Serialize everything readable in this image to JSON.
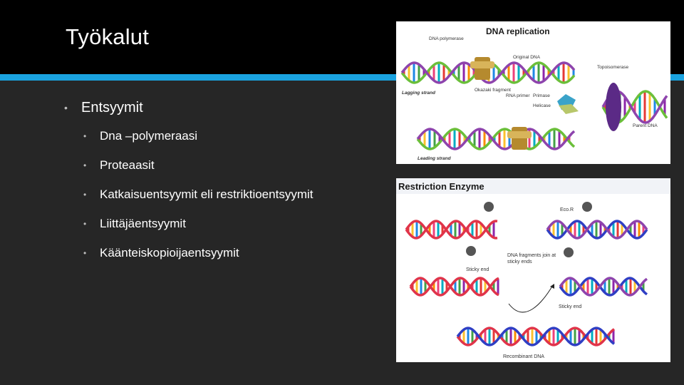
{
  "slide": {
    "title": "Työkalut",
    "bullets": [
      {
        "text": "Entsyymit",
        "sub": [
          "Dna –polymeraasi",
          "Proteaasit",
          "Katkaisuentsyymit eli restriktioentsyymit",
          "Liittäjäentsyymit",
          "Käänteiskopioijaentsyymit"
        ]
      }
    ]
  },
  "dna_replication_figure": {
    "title": "DNA replication",
    "labels": {
      "dna_polymerase": "DNA polymerase",
      "original_dna": "Original DNA",
      "topoisomerase": "Topoisomerase",
      "lagging_strand": "Lagging strand",
      "okazaki": "Okazaki fragment",
      "rna_primer": "RNA primer",
      "primase": "Primase",
      "helicase": "Helicase",
      "parent_dna": "Parent DNA",
      "leading_strand": "Leading strand"
    }
  },
  "restriction_figure": {
    "title": "Restriction Enzyme",
    "labels": {
      "ecor": "Eco.R",
      "sticky_end_1": "Sticky end",
      "dna_fragments": "DNA fragments join at sticky ends",
      "sticky_end_2": "Sticky end",
      "recombinant": "Recombinant DNA"
    }
  },
  "colors": {
    "background": "#262626",
    "title_band": "#000000",
    "accent": "#1aa3e0",
    "helix_green": "#6bbf3a",
    "helix_purple": "#8e44ad",
    "helix_red": "#e0344a",
    "helix_blue": "#2f3fc4"
  }
}
